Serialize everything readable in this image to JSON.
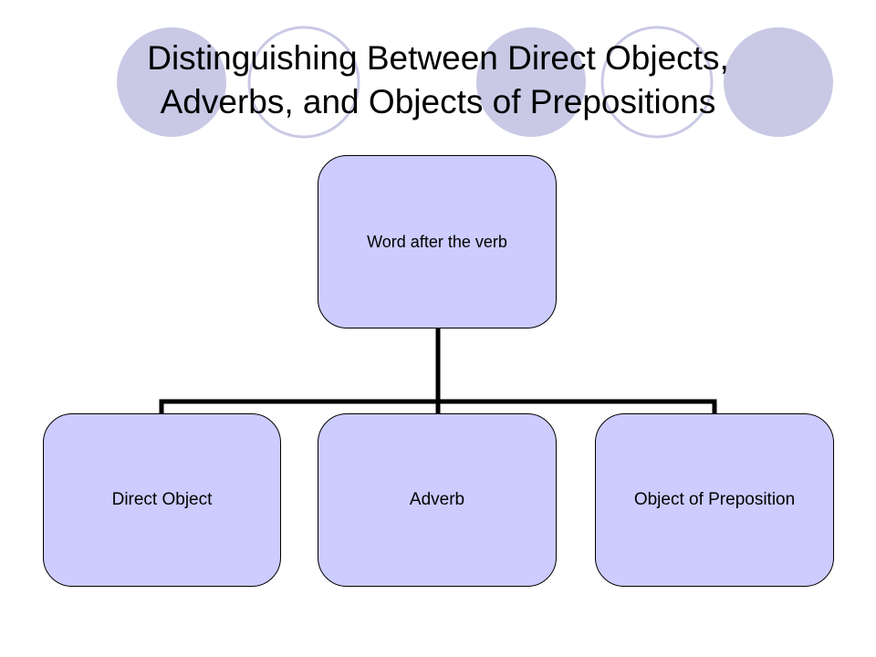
{
  "colors": {
    "background": "#ffffff",
    "decor_fill": "#c9c9e6",
    "decor_outline": "#c9c9e6",
    "node_fill": "#ccccff",
    "node_border": "#000000",
    "connector": "#000000"
  },
  "title": {
    "line1": "Distinguishing Between Direct Objects,",
    "line2": "Adverbs, and Objects of Prepositions"
  },
  "diagram": {
    "root": "Word after the verb",
    "children": [
      "Direct Object",
      "Adverb",
      "Object of Preposition"
    ]
  }
}
